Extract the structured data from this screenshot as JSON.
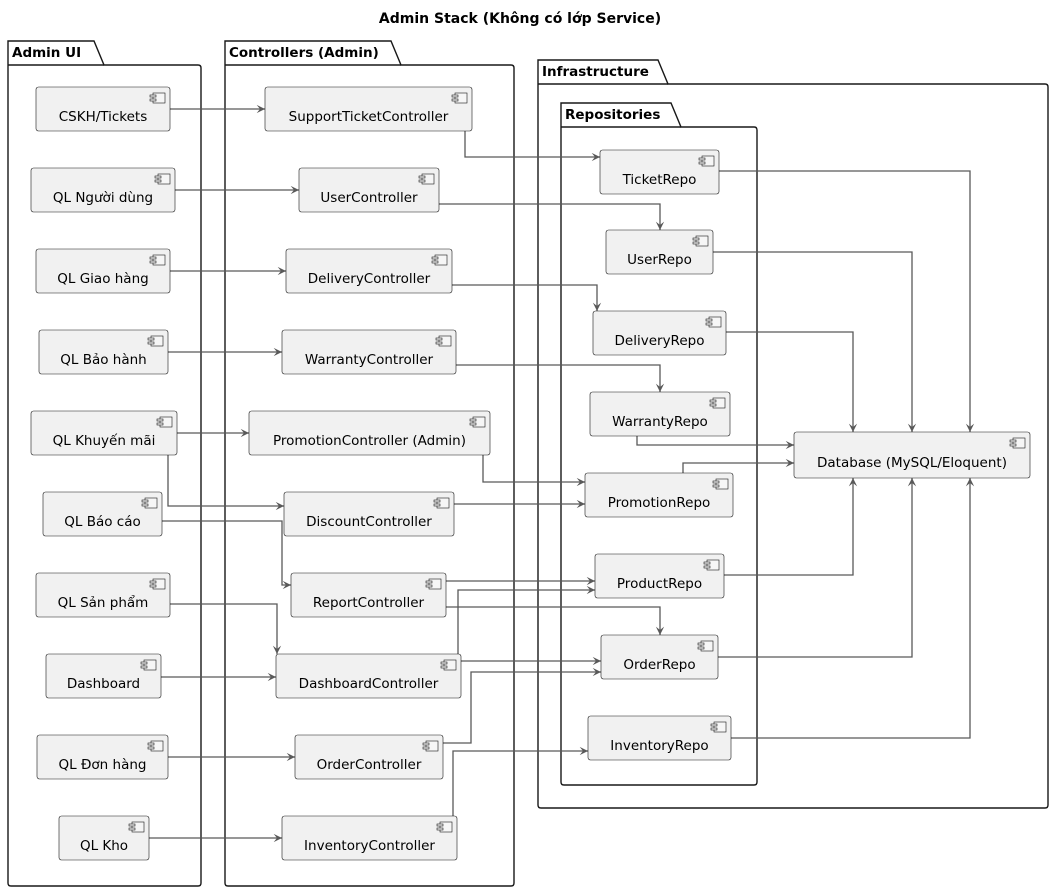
{
  "title": "Admin Stack (Không có lớp Service)",
  "packages": {
    "admin_ui": "Admin UI",
    "controllers": "Controllers (Admin)",
    "infrastructure": "Infrastructure",
    "repositories": "Repositories"
  },
  "components": {
    "cskh": "CSKH/Tickets",
    "ql_nguoi_dung": "QL Người dùng",
    "ql_giao_hang": "QL Giao hàng",
    "ql_bao_hanh": "QL Bảo hành",
    "ql_khuyen_mai": "QL Khuyến mãi",
    "ql_bao_cao": "QL Báo cáo",
    "ql_san_pham": "QL Sản phẩm",
    "dashboard": "Dashboard",
    "ql_don_hang": "QL Đơn hàng",
    "ql_kho": "QL Kho",
    "support_ticket_controller": "SupportTicketController",
    "user_controller": "UserController",
    "delivery_controller": "DeliveryController",
    "warranty_controller": "WarrantyController",
    "promotion_controller": "PromotionController (Admin)",
    "discount_controller": "DiscountController",
    "report_controller": "ReportController",
    "dashboard_controller": "DashboardController",
    "order_controller": "OrderController",
    "inventory_controller": "InventoryController",
    "ticket_repo": "TicketRepo",
    "user_repo": "UserRepo",
    "delivery_repo": "DeliveryRepo",
    "warranty_repo": "WarrantyRepo",
    "promotion_repo": "PromotionRepo",
    "product_repo": "ProductRepo",
    "order_repo": "OrderRepo",
    "inventory_repo": "InventoryRepo",
    "database": "Database (MySQL/Eloquent)"
  },
  "edges": [
    [
      "cskh",
      "support_ticket_controller"
    ],
    [
      "ql_nguoi_dung",
      "user_controller"
    ],
    [
      "ql_giao_hang",
      "delivery_controller"
    ],
    [
      "ql_bao_hanh",
      "warranty_controller"
    ],
    [
      "ql_khuyen_mai",
      "promotion_controller"
    ],
    [
      "ql_khuyen_mai",
      "discount_controller"
    ],
    [
      "ql_bao_cao",
      "report_controller"
    ],
    [
      "ql_san_pham",
      "dashboard_controller"
    ],
    [
      "dashboard",
      "dashboard_controller"
    ],
    [
      "ql_don_hang",
      "order_controller"
    ],
    [
      "ql_kho",
      "inventory_controller"
    ],
    [
      "support_ticket_controller",
      "ticket_repo"
    ],
    [
      "user_controller",
      "user_repo"
    ],
    [
      "delivery_controller",
      "delivery_repo"
    ],
    [
      "warranty_controller",
      "warranty_repo"
    ],
    [
      "promotion_controller",
      "promotion_repo"
    ],
    [
      "discount_controller",
      "promotion_repo"
    ],
    [
      "report_controller",
      "product_repo"
    ],
    [
      "report_controller",
      "order_repo"
    ],
    [
      "dashboard_controller",
      "product_repo"
    ],
    [
      "dashboard_controller",
      "order_repo"
    ],
    [
      "order_controller",
      "order_repo"
    ],
    [
      "inventory_controller",
      "inventory_repo"
    ],
    [
      "ticket_repo",
      "database"
    ],
    [
      "user_repo",
      "database"
    ],
    [
      "delivery_repo",
      "database"
    ],
    [
      "warranty_repo",
      "database"
    ],
    [
      "promotion_repo",
      "database"
    ],
    [
      "product_repo",
      "database"
    ],
    [
      "order_repo",
      "database"
    ],
    [
      "inventory_repo",
      "database"
    ]
  ]
}
